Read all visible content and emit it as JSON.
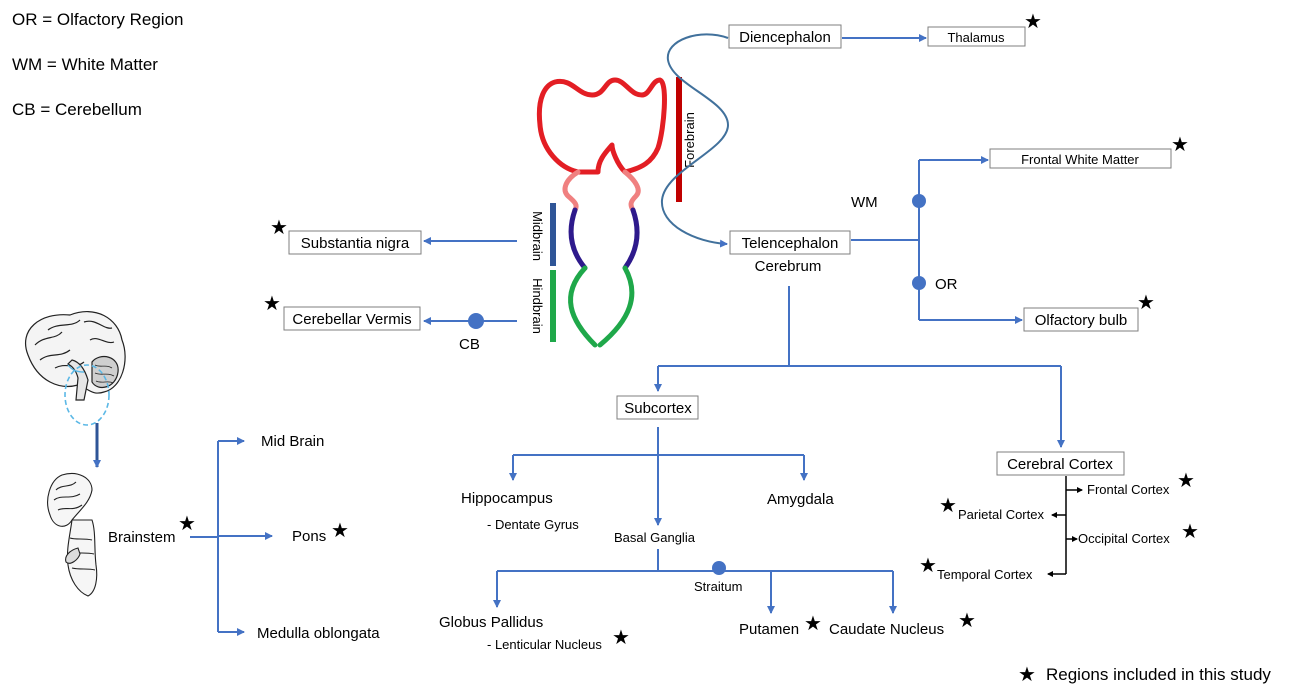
{
  "legend_abbrev": [
    "OR = Olfactory Region",
    "WM = White Matter",
    "CB = Cerebellum"
  ],
  "star_glyph": "★",
  "study_legend": "Regions included in this study",
  "divisions": {
    "forebrain": "Forebrain",
    "midbrain": "Midbrain",
    "hindbrain": "Hindbrain"
  },
  "nodes": {
    "diencephalon": "Diencephalon",
    "thalamus": "Thalamus",
    "telencephalon": "Telencephalon",
    "cerebrum": "Cerebrum",
    "frontal_wm": "Frontal White  Matter",
    "olfactory_bulb": "Olfactory bulb",
    "wm_label": "WM",
    "or_label": "OR",
    "substantia_nigra": "Substantia nigra",
    "cerebellar_vermis": "Cerebellar Vermis",
    "cb_label": "CB",
    "subcortex": "Subcortex",
    "hippocampus": "Hippocampus",
    "dentate_gyrus": "- Dentate Gyrus",
    "amygdala": "Amygdala",
    "basal_ganglia": "Basal Ganglia",
    "straitum": "Straitum",
    "globus_pallidus": "Globus Pallidus",
    "lenticular_nucleus": "- Lenticular Nucleus",
    "putamen": "Putamen",
    "caudate_nucleus": "Caudate Nucleus",
    "cerebral_cortex": "Cerebral Cortex",
    "frontal_cortex": "Frontal Cortex",
    "parietal_cortex": "Parietal Cortex",
    "occipital_cortex": "Occipital Cortex",
    "temporal_cortex": "Temporal  Cortex",
    "brainstem": "Brainstem",
    "mid_brain": "Mid Brain",
    "pons": "Pons",
    "medulla": "Medulla oblongata"
  },
  "colors": {
    "arrow_blue": "#4472C4",
    "curve_blue": "#41719C",
    "forebrain_red": "#E31E24",
    "forebrain_bar": "#C00000",
    "neck_pink": "#F08080",
    "midbrain_purple": "#2E1A8C",
    "midbrain_bar": "#2F5597",
    "hindbrain_green": "#1FA84A",
    "node_dot": "#4472C4"
  },
  "icons": [
    "brain-sagittal-icon",
    "brainstem-icon",
    "star-icon"
  ]
}
